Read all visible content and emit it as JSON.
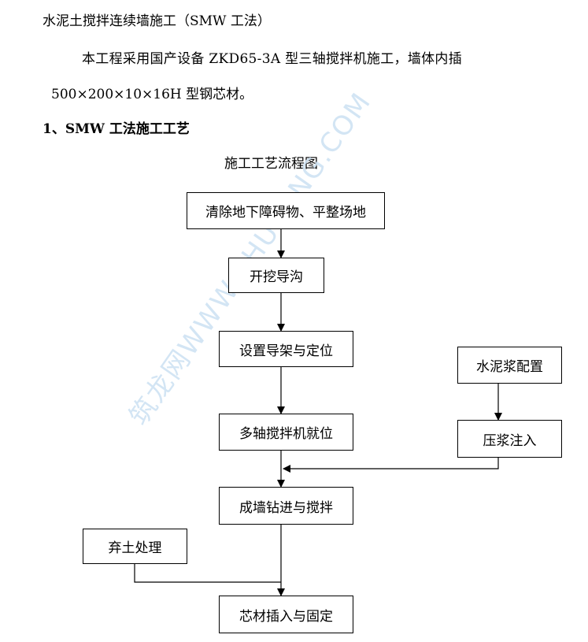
{
  "doc": {
    "heading": "水泥土搅拌连续墙施工（SMW 工法）",
    "para_line1": "本工程采用国产设备 ZKD65-3A 型三轴搅拌机施工，墙体内插",
    "para_line2": "500×200×10×16H 型钢芯材。",
    "section_title": "1、SMW 工法施工工艺",
    "flow_title": "施工工艺流程图"
  },
  "flowchart": {
    "steps": [
      "清除地下障碍物、平整场地",
      "开挖导沟",
      "设置导架与定位",
      "多轴搅拌机就位",
      "成墙钻进与搅拌",
      "芯材插入与固定"
    ],
    "side_right": [
      "水泥浆配置",
      "压浆注入"
    ],
    "side_left": "弃土处理"
  },
  "watermark": "筑龙网WWW.ZHULONG.COM"
}
